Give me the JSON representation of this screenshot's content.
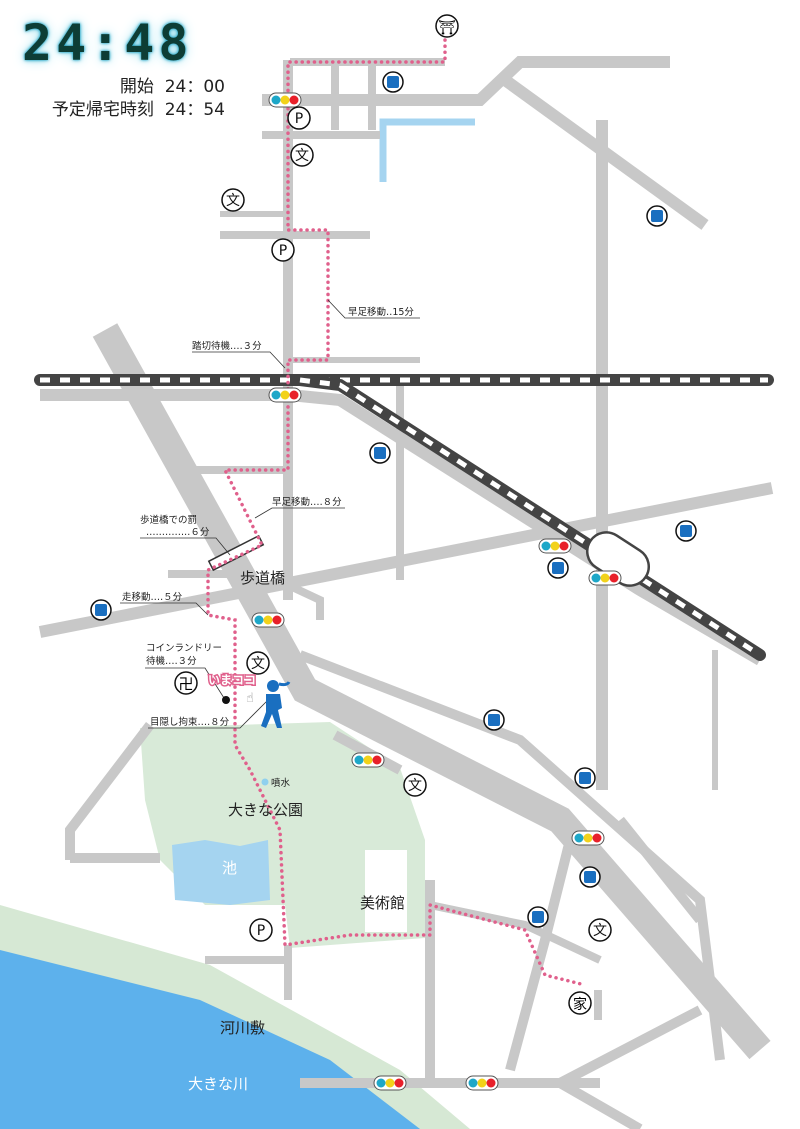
{
  "clock": {
    "current_time": "24:48",
    "start_label": "開始",
    "start_time": "24：00",
    "return_label": "予定帰宅時刻",
    "return_time": "24：54"
  },
  "places": {
    "pedestrian_bridge": "歩道橋",
    "park": "大きな公園",
    "pond": "池",
    "museum": "美術館",
    "riverbed": "河川敷",
    "river": "大きな川",
    "fountain": "噴水",
    "home": "家",
    "school": "文",
    "parking": "P",
    "temple": "卍",
    "shrine": "⛩"
  },
  "annotations": {
    "brisk_walk_15": "早足移動‥15分",
    "crossing_wait": "踏切待機‥‥３分",
    "brisk_walk_8": "早足移動‥‥８分",
    "bridge_line1": "歩道橋での罰",
    "bridge_line2": "‥‥‥‥‥‥‥６分",
    "run": "走移動‥‥５分",
    "laundry_line1": "コインランドリー",
    "laundry_line2": "待機‥‥３分",
    "blindfold": "目隠し拘束‥‥８分",
    "you_are_here": "いまココ"
  },
  "colors": {
    "road": "#c8c8c8",
    "route": "#e0608c",
    "park": "#d8ead8",
    "water": "#a5d4f0",
    "icon_blue": "#1a6fc0"
  }
}
